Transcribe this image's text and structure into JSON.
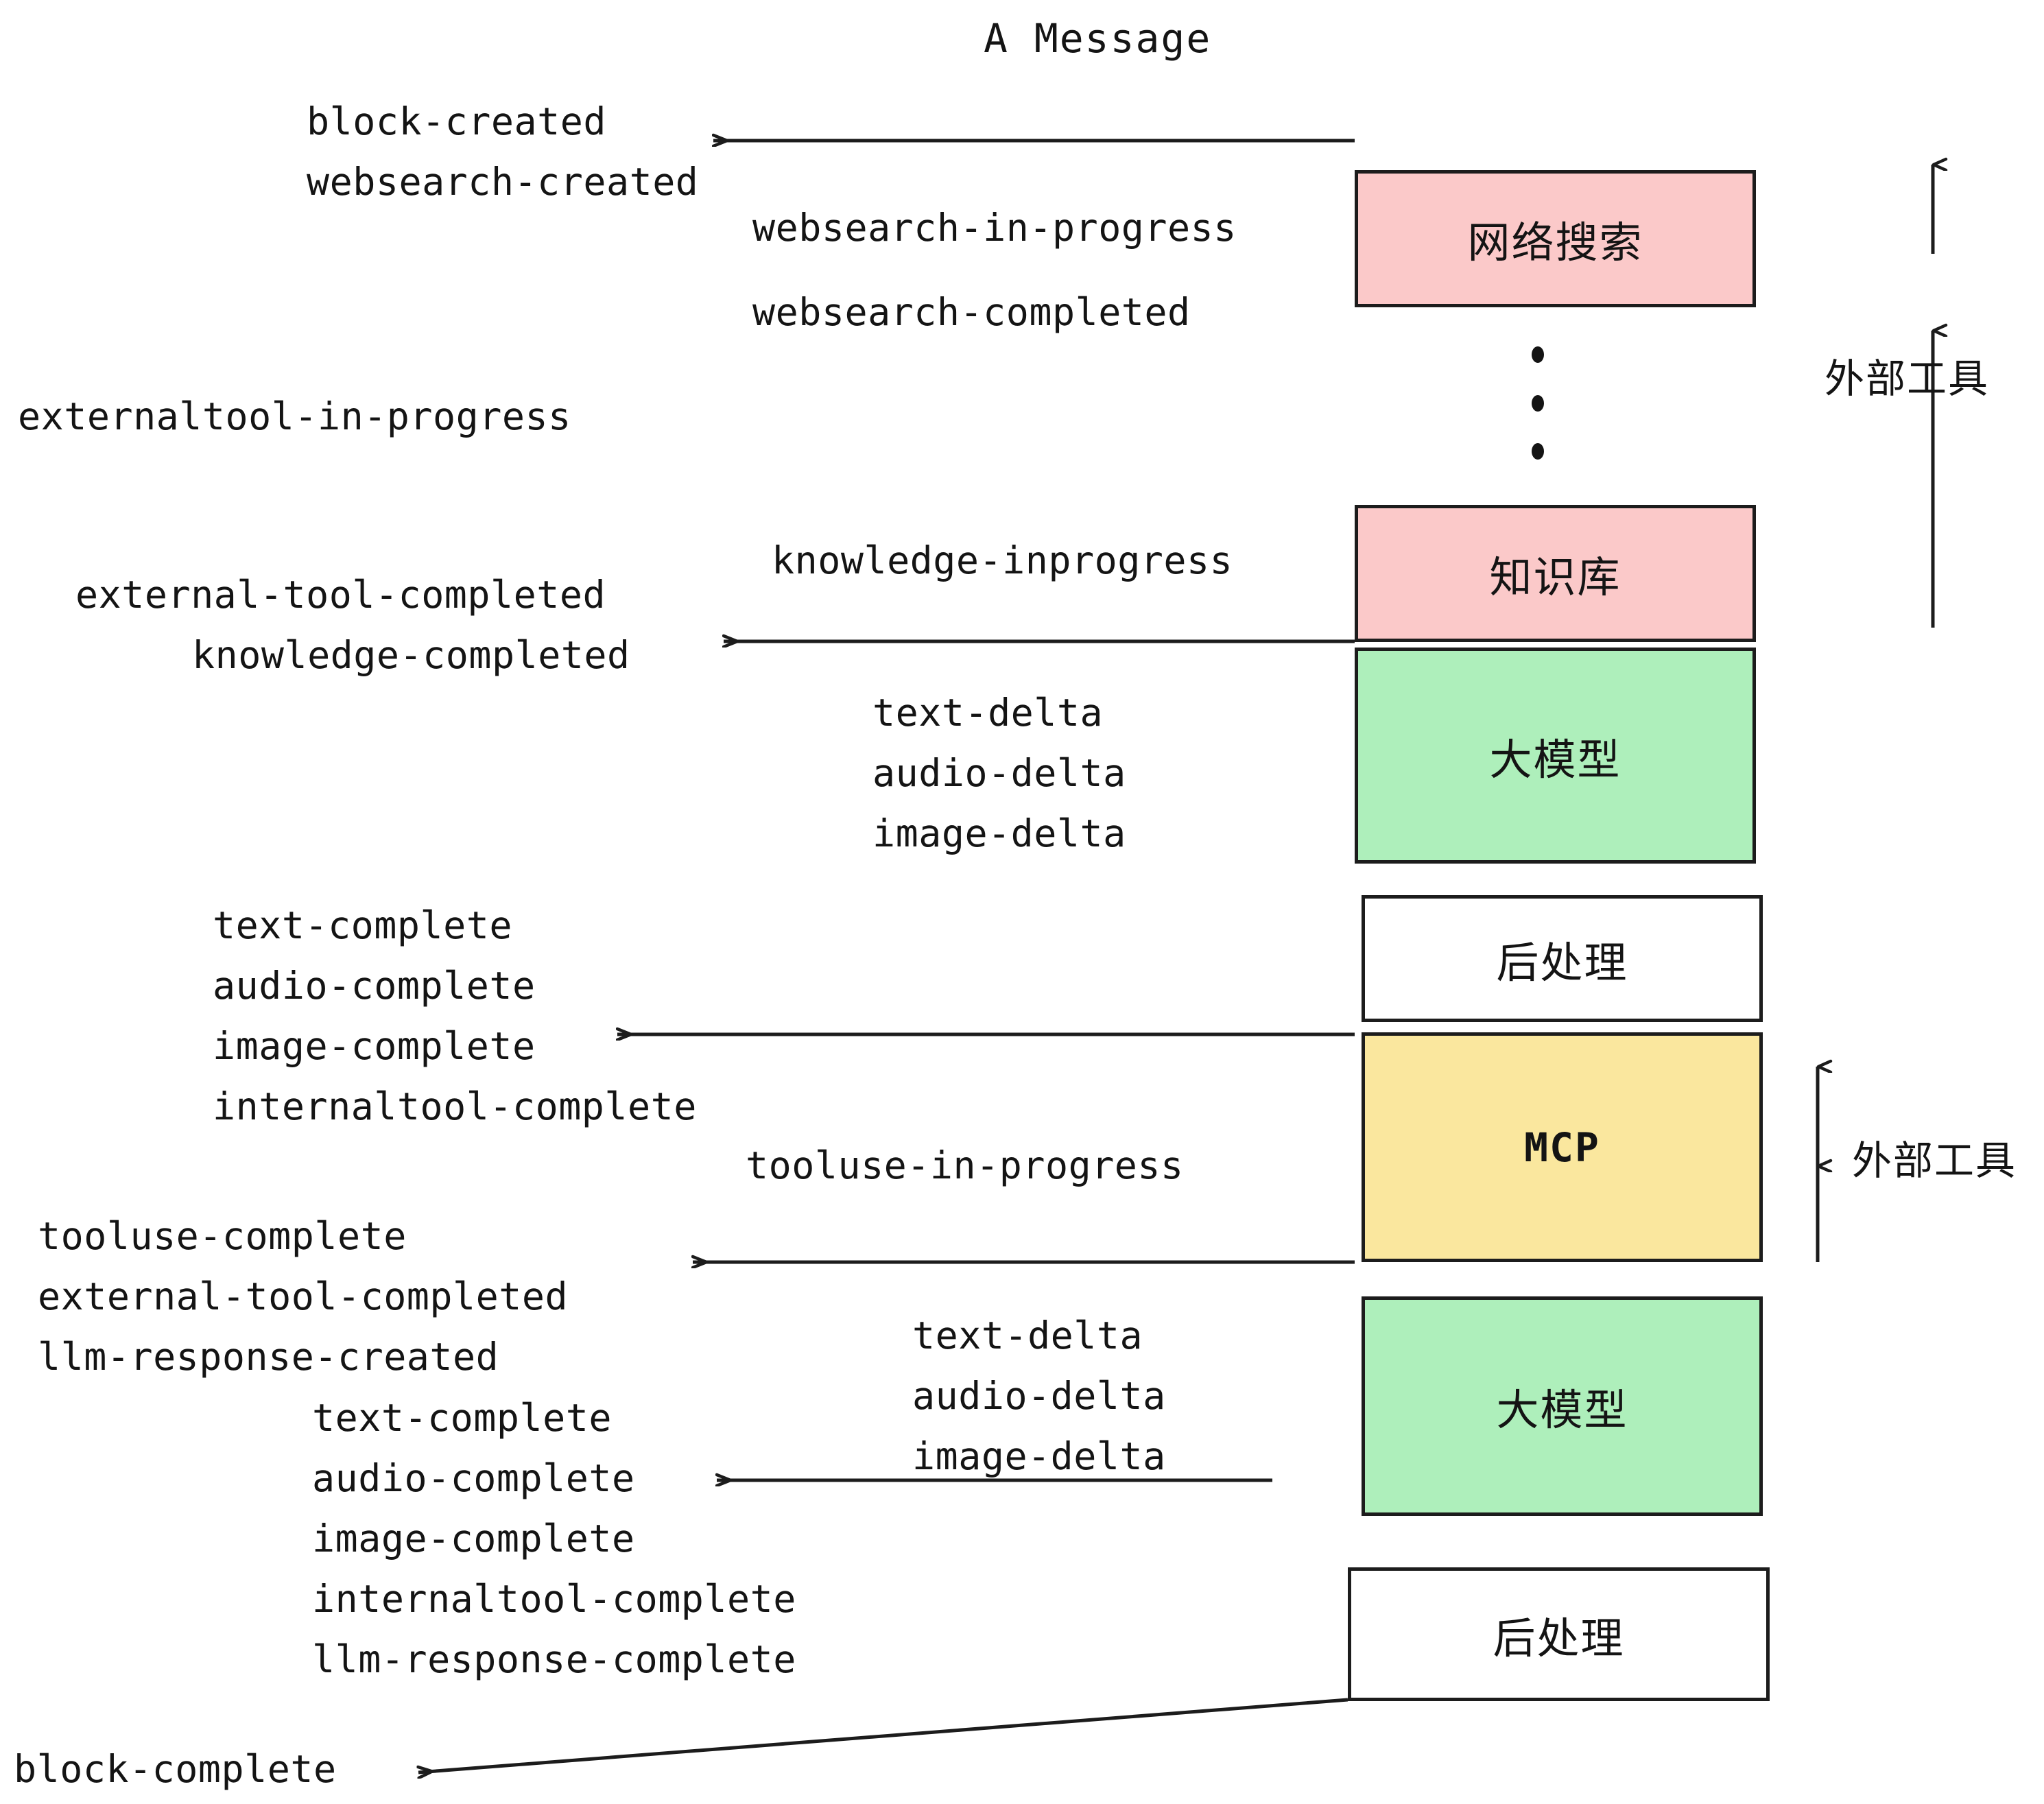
{
  "title": "A Message",
  "colors": {
    "pink": "#FBC9C9",
    "green": "#AEEFBB",
    "yellow": "#FAE79E",
    "white": "#FFFFFF",
    "stroke": "#1C1C1C",
    "text": "#141414",
    "background": "#FFFFFF"
  },
  "nodes": [
    {
      "id": "websearch",
      "label": "网络搜索",
      "fill": "#FBC9C9"
    },
    {
      "id": "knowledge",
      "label": "知识库",
      "fill": "#FBC9C9"
    },
    {
      "id": "llm-1",
      "label": "大模型",
      "fill": "#AEEFBB"
    },
    {
      "id": "postprocess-1",
      "label": "后处理",
      "fill": "#FFFFFF"
    },
    {
      "id": "mcp",
      "label": "MCP",
      "fill": "#FAE79E"
    },
    {
      "id": "llm-2",
      "label": "大模型",
      "fill": "#AEEFBB"
    },
    {
      "id": "postprocess-2",
      "label": "后处理",
      "fill": "#FFFFFF"
    }
  ],
  "side_brackets": [
    {
      "id": "external-tools-top",
      "label": "外部工具"
    },
    {
      "id": "external-tools-bottom",
      "label": "外部工具"
    }
  ],
  "events": {
    "block_created": "block-created",
    "websearch_created": "websearch-created",
    "websearch_in_progress": "websearch-in-progress",
    "websearch_completed": "websearch-completed",
    "externaltool_in_progress": "externaltool-in-progress",
    "knowledge_inprogress": "knowledge-inprogress",
    "external_tool_completed_1": "external-tool-completed",
    "knowledge_completed": "knowledge-completed",
    "text_delta_1": "text-delta",
    "audio_delta_1": "audio-delta",
    "image_delta_1": "image-delta",
    "text_complete_1": "text-complete",
    "audio_complete_1": "audio-complete",
    "image_complete_1": "image-complete",
    "internaltool_complete_1": "internaltool-complete",
    "tooluse_in_progress": "tooluse-in-progress",
    "tooluse_complete": "tooluse-complete",
    "external_tool_completed_2": "external-tool-completed",
    "llm_response_created": "llm-response-created",
    "text_delta_2": "text-delta",
    "audio_delta_2": "audio-delta",
    "image_delta_2": "image-delta",
    "text_complete_2": "text-complete",
    "audio_complete_2": "audio-complete",
    "image_complete_2": "image-complete",
    "internaltool_complete_2": "internaltool-complete",
    "llm_response_complete": "llm-response-complete",
    "block_complete": "block-complete"
  },
  "ellipsis": {
    "id": "vertical-ellipsis",
    "dots": 3
  }
}
